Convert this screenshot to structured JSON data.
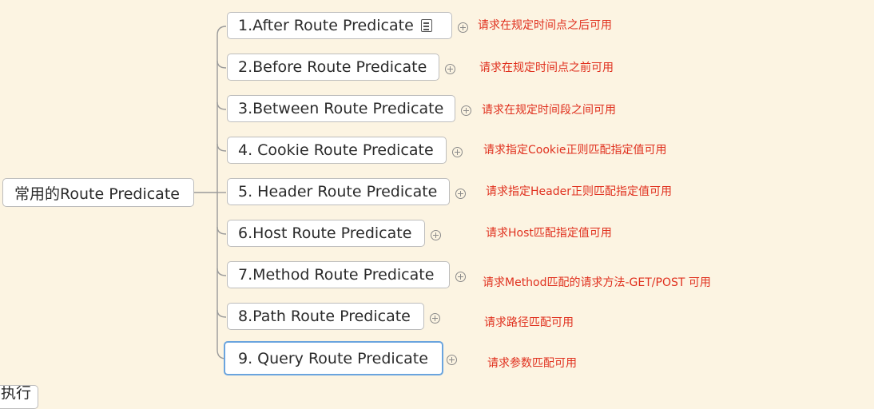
{
  "root": {
    "label": "常用的Route Predicate"
  },
  "branches": [
    {
      "label": "1.After Route Predicate",
      "note": "请求在规定时间点之后可用",
      "has_note_icon": true
    },
    {
      "label": "2.Before Route Predicate",
      "note": "请求在规定时间点之前可用"
    },
    {
      "label": "3.Between Route Predicate",
      "note": "请求在规定时间段之间可用"
    },
    {
      "label": "4. Cookie Route Predicate",
      "note": "请求指定Cookie正则匹配指定值可用"
    },
    {
      "label": "5. Header Route Predicate",
      "note": "请求指定Header正则匹配指定值可用"
    },
    {
      "label": "6.Host Route Predicate",
      "note": "请求Host匹配指定值可用"
    },
    {
      "label": "7.Method Route Predicate",
      "note": "请求Method匹配的请求方法-GET/POST 可用"
    },
    {
      "label": "8.Path Route Predicate",
      "note": "请求路径匹配可用"
    },
    {
      "label": "9. Query Route Predicate",
      "note": "请求参数匹配可用",
      "selected": true
    }
  ],
  "partial_node": {
    "label": "执行"
  },
  "colors": {
    "background": "#fcf4e2",
    "note_text": "#e0301e",
    "selection": "#6aa4de",
    "connector": "#9a9a9a"
  },
  "icons": {
    "note": "note-icon",
    "expand": "plus-circle-icon"
  }
}
